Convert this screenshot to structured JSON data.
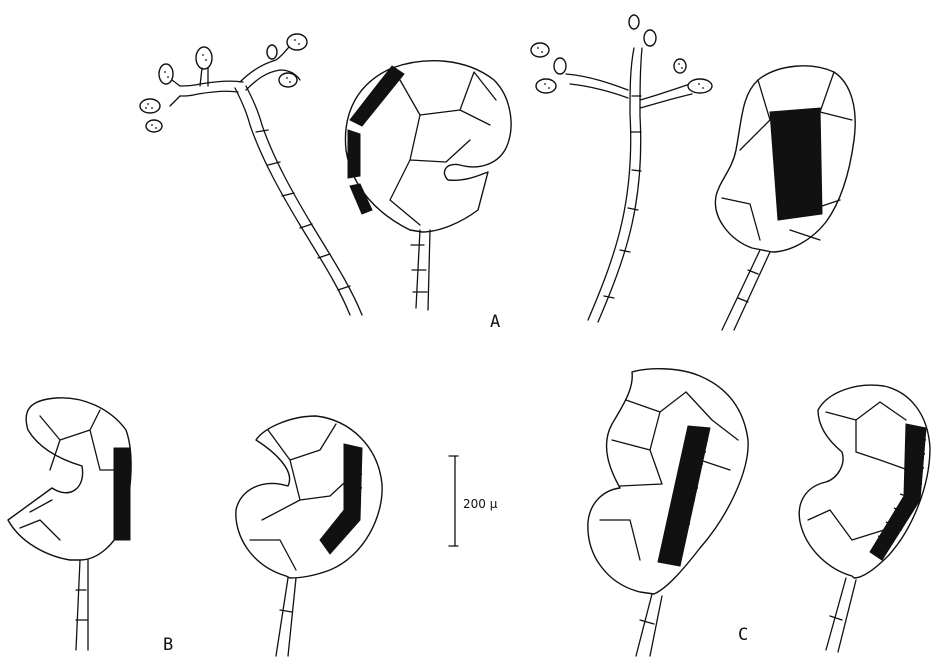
{
  "figure": {
    "panel_labels": {
      "a": "A",
      "b": "B",
      "c": "C"
    },
    "scale_bar": {
      "label": "200 μ"
    }
  }
}
